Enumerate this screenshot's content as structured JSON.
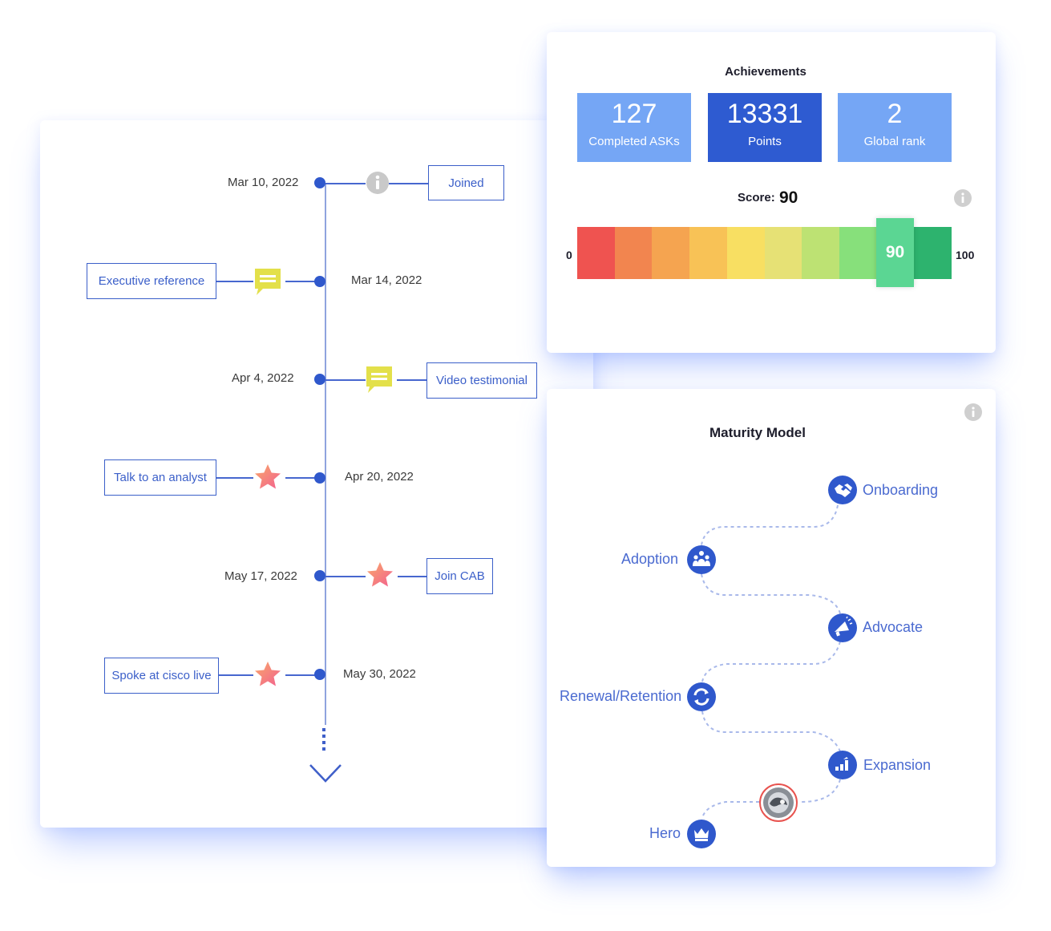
{
  "timeline": {
    "events": [
      {
        "date": "Mar 10, 2022",
        "label": "Joined",
        "icon": "info-icon"
      },
      {
        "date": "Mar 14, 2022",
        "label": "Executive reference",
        "icon": "chat-bubble-icon"
      },
      {
        "date": "Apr 4, 2022",
        "label": "Video testimonial",
        "icon": "chat-bubble-icon"
      },
      {
        "date": "Apr 20, 2022",
        "label": "Talk to an analyst",
        "icon": "star-icon"
      },
      {
        "date": "May 17, 2022",
        "label": "Join CAB",
        "icon": "star-icon"
      },
      {
        "date": "May 30, 2022",
        "label": "Spoke at cisco live",
        "icon": "star-icon"
      }
    ],
    "more_icon": "chevron-down-icon"
  },
  "achievements": {
    "title": "Achievements",
    "stats": [
      {
        "value": "127",
        "label": "Completed ASKs",
        "color": "#75a6f5"
      },
      {
        "value": "13331",
        "label": "Points",
        "color": "#2e5bd1"
      },
      {
        "value": "2",
        "label": "Global rank",
        "color": "#75a6f5"
      }
    ],
    "score_label": "Score:",
    "score_value": "90",
    "scale_min": "0",
    "scale_max": "100",
    "marker_value": "90",
    "marker_level": 0.9,
    "scale_colors": [
      "#ef5350",
      "#f2854f",
      "#f5a450",
      "#f8c256",
      "#f8df62",
      "#e6e175",
      "#bde273",
      "#87e07b",
      "#5bd693",
      "#2db36e"
    ],
    "info_icon": "info-icon"
  },
  "maturity": {
    "title": "Maturity Model",
    "stages": [
      {
        "label": "Onboarding",
        "icon": "handshake-icon"
      },
      {
        "label": "Adoption",
        "icon": "group-icon"
      },
      {
        "label": "Advocate",
        "icon": "megaphone-icon"
      },
      {
        "label": "Renewal/Retention",
        "icon": "refresh-icon"
      },
      {
        "label": "Expansion",
        "icon": "bar-chart-icon"
      },
      {
        "label": "Hero",
        "icon": "crown-icon"
      }
    ],
    "current_marker": "avatar",
    "accent": "#2f58cc"
  }
}
